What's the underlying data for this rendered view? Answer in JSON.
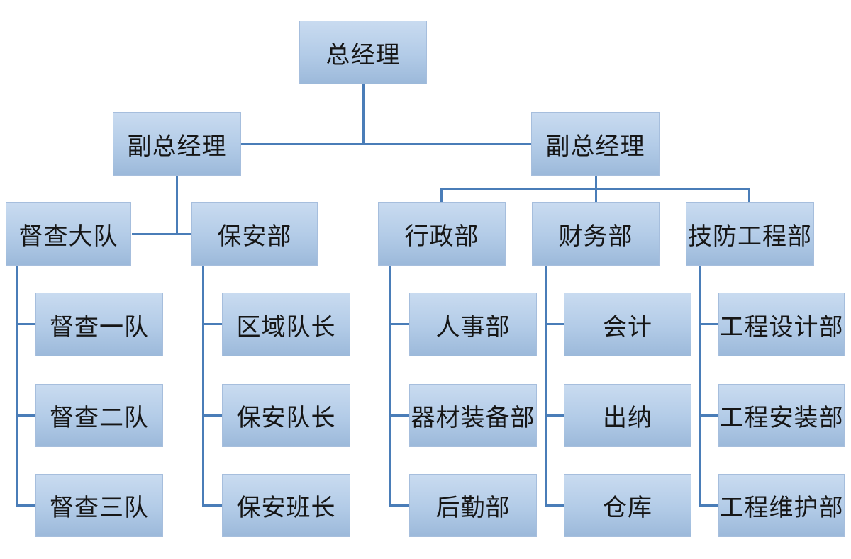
{
  "diagram_type": "org-chart",
  "colors": {
    "background": "#ffffff",
    "connector": "#4a7db8",
    "box_top": "#c9dbf0",
    "box_mid": "#b2cbe7",
    "box_bottom": "#9cb9da",
    "box_border": "#a6bedd",
    "text": "#161616"
  },
  "tree": {
    "label": "总经理",
    "children": [
      {
        "label": "副总经理",
        "children": [
          {
            "label": "督查大队",
            "children": [
              {
                "label": "督查一队"
              },
              {
                "label": "督查二队"
              },
              {
                "label": "督查三队"
              }
            ]
          },
          {
            "label": "保安部",
            "children": [
              {
                "label": "区域队长"
              },
              {
                "label": "保安队长"
              },
              {
                "label": "保安班长"
              }
            ]
          }
        ]
      },
      {
        "label": "副总经理",
        "children": [
          {
            "label": "行政部",
            "children": [
              {
                "label": "人事部"
              },
              {
                "label": "器材装备部"
              },
              {
                "label": "后勤部"
              }
            ]
          },
          {
            "label": "财务部",
            "children": [
              {
                "label": "会计"
              },
              {
                "label": "出纳"
              },
              {
                "label": "仓库"
              }
            ]
          },
          {
            "label": "技防工程部",
            "children": [
              {
                "label": "工程设计部"
              },
              {
                "label": "工程安装部"
              },
              {
                "label": "工程维护部"
              }
            ]
          }
        ]
      }
    ]
  }
}
